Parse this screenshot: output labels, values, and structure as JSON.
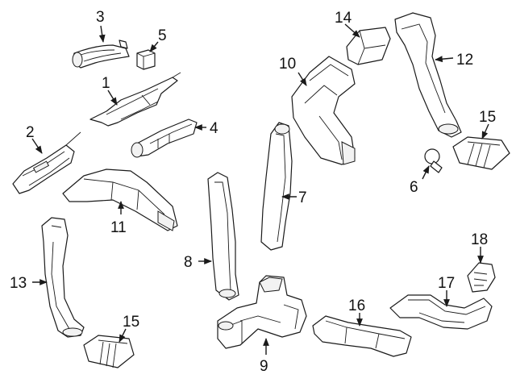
{
  "callouts": [
    {
      "id": "1",
      "text": "1"
    },
    {
      "id": "2",
      "text": "2"
    },
    {
      "id": "3",
      "text": "3"
    },
    {
      "id": "4",
      "text": "4"
    },
    {
      "id": "5",
      "text": "5"
    },
    {
      "id": "6",
      "text": "6"
    },
    {
      "id": "7",
      "text": "7"
    },
    {
      "id": "8",
      "text": "8"
    },
    {
      "id": "9",
      "text": "9"
    },
    {
      "id": "10",
      "text": "10"
    },
    {
      "id": "11",
      "text": "11"
    },
    {
      "id": "12",
      "text": "12"
    },
    {
      "id": "13",
      "text": "13"
    },
    {
      "id": "14",
      "text": "14"
    },
    {
      "id": "15a",
      "text": "15"
    },
    {
      "id": "15b",
      "text": "15"
    },
    {
      "id": "16",
      "text": "16"
    },
    {
      "id": "17",
      "text": "17"
    },
    {
      "id": "18",
      "text": "18"
    }
  ]
}
